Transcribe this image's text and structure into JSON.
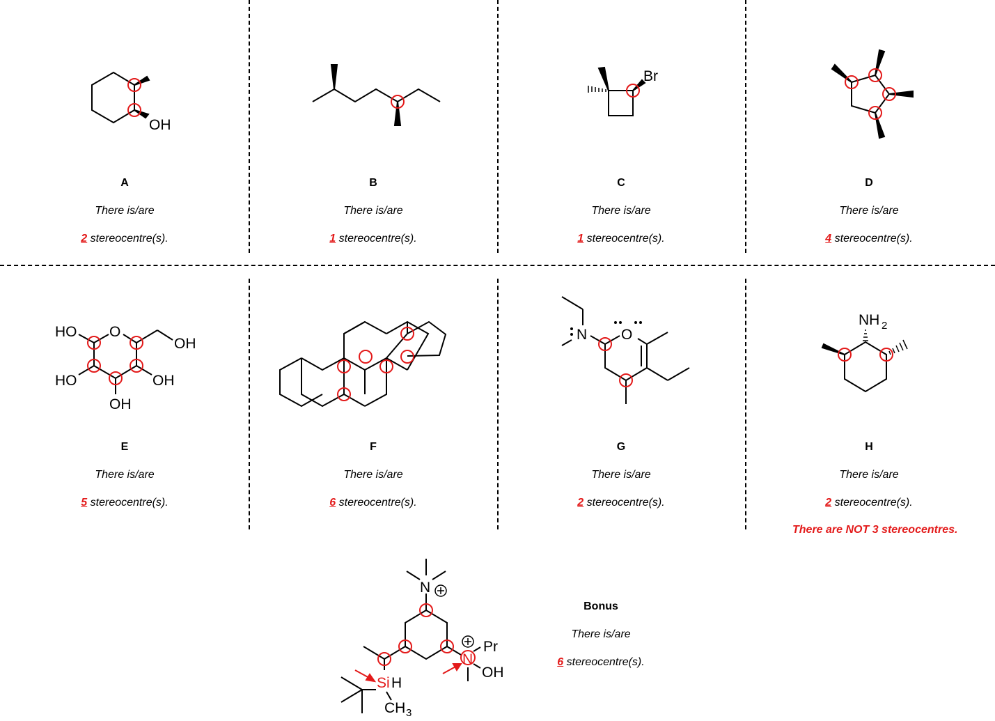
{
  "cells": [
    {
      "letter": "A",
      "line1": "There is/are",
      "count": "2",
      "suffix": " stereocentre(s)."
    },
    {
      "letter": "B",
      "line1": "There is/are",
      "count": "1",
      "suffix": " stereocentre(s)."
    },
    {
      "letter": "C",
      "line1": "There is/are",
      "count": "1",
      "suffix": " stereocentre(s)."
    },
    {
      "letter": "D",
      "line1": "There is/are",
      "count": "4",
      "suffix": " stereocentre(s)."
    },
    {
      "letter": "E",
      "line1": "There is/are",
      "count": "5",
      "suffix": " stereocentre(s)."
    },
    {
      "letter": "F",
      "line1": "There is/are",
      "count": "6",
      "suffix": " stereocentre(s)."
    },
    {
      "letter": "G",
      "line1": "There is/are",
      "count": "2",
      "suffix": " stereocentre(s)."
    },
    {
      "letter": "H",
      "line1": "There is/are",
      "count": "2",
      "suffix": " stereocentre(s).",
      "note": "There are NOT 3 stereocentres."
    }
  ],
  "bonus": {
    "title": "Bonus",
    "line1": "There is/are",
    "count": "6",
    "suffix": " stereocentre(s)."
  },
  "atoms": {
    "oh": "OH",
    "br": "Br",
    "ho": "HO",
    "o": "O",
    "n": "N",
    "nh": "NH",
    "sub2": "2",
    "pr": "Pr",
    "si": "Si",
    "h": "H",
    "ch": "CH",
    "sub3": "3",
    "plus": "+"
  },
  "colors": {
    "highlight": "#e31a1a",
    "bond": "#000000"
  }
}
